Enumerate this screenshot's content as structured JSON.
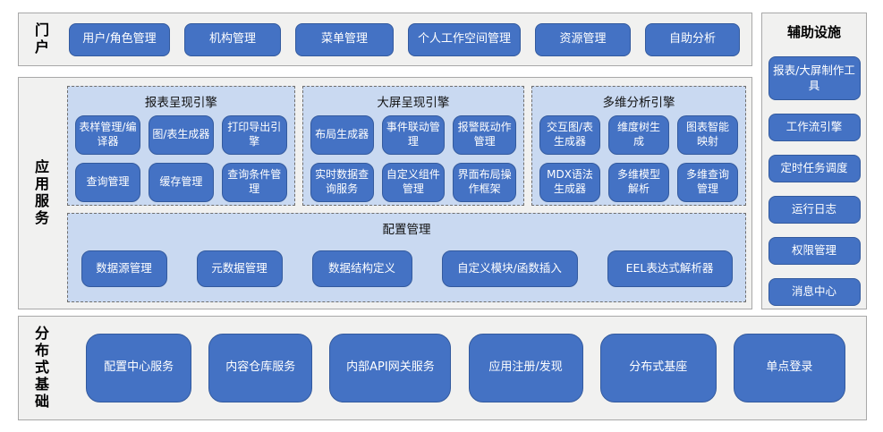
{
  "colors": {
    "button_blue": "#4472C4",
    "button_border": "#335A9E",
    "group_fill": "#C9D9F1",
    "section_fill": "#F1F1F0",
    "section_border": "#A8A8A8",
    "button_text": "#FFFFFF"
  },
  "portal": {
    "label": "门户",
    "buttons": [
      "用户/角色管理",
      "机构管理",
      "菜单管理",
      "个人工作空间管理",
      "资源管理",
      "自助分析"
    ]
  },
  "app_services": {
    "label": "应用服务",
    "groups": [
      {
        "title": "报表呈现引擎",
        "buttons": [
          "表样管理/编译器",
          "图/表生成器",
          "打印导出引擎",
          "查询管理",
          "缓存管理",
          "查询条件管理"
        ]
      },
      {
        "title": "大屏呈现引擎",
        "buttons": [
          "布局生成器",
          "事件联动管理",
          "报警既动作管理",
          "实时数据查询服务",
          "自定义组件管理",
          "界面布局操作框架"
        ]
      },
      {
        "title": "多维分析引擎",
        "buttons": [
          "交互图/表生成器",
          "维度树生成",
          "图表智能映射",
          "MDX语法生成器",
          "多维模型解析",
          "多维查询管理"
        ]
      }
    ],
    "config_group": {
      "title": "配置管理",
      "buttons": [
        "数据源管理",
        "元数据管理",
        "数据结构定义",
        "自定义模块/函数插入",
        "EEL表达式解析器"
      ]
    }
  },
  "aux": {
    "title": "辅助设施",
    "buttons": [
      "报表/大屏制作工具",
      "工作流引擎",
      "定时任务调度",
      "运行日志",
      "权限管理",
      "消息中心"
    ]
  },
  "foundation": {
    "label": "分布式基础",
    "buttons": [
      "配置中心服务",
      "内容仓库服务",
      "内部API网关服务",
      "应用注册/发现",
      "分布式基座",
      "单点登录"
    ]
  }
}
